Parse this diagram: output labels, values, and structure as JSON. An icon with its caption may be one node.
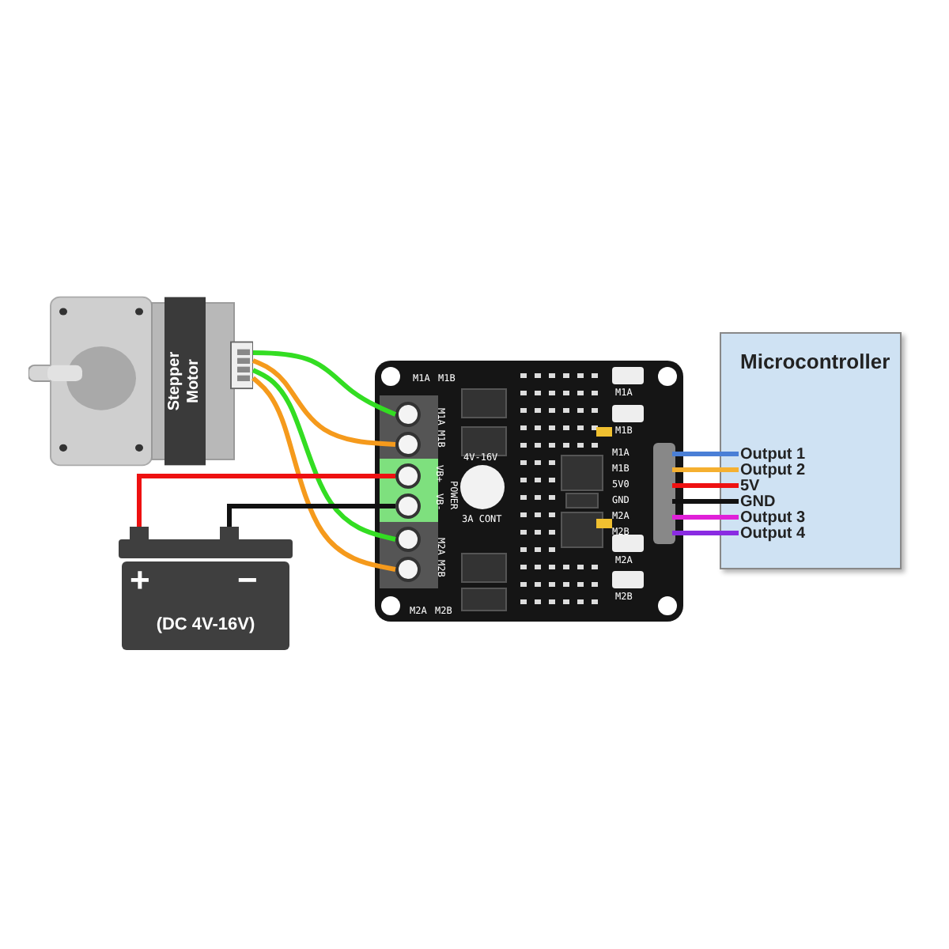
{
  "diagram": {
    "nodes": [
      {
        "text": [
          "Stepper Motor"
        ]
      },
      {
        "text": [
          "+",
          "−",
          "(DC 4V-16V)"
        ]
      },
      {
        "text": [],
        "shape": "picture"
      },
      {
        "text": [],
        "shape": "circle",
        "in": 2
      },
      {
        "text": [],
        "shape": "circle",
        "in": 2
      },
      {
        "text": [],
        "shape": "circle",
        "in": 2
      },
      {
        "text": [],
        "shape": "circle",
        "in": 2
      },
      {
        "text": [],
        "shape": "circle",
        "in": 2
      },
      {
        "text": [],
        "shape": "circle",
        "in": 2
      },
      {
        "text": [
          "M1A"
        ],
        "in": 2
      },
      {
        "text": [
          "M1B"
        ],
        "in": 2
      },
      {
        "text": [
          "5V0"
        ],
        "in": 2
      },
      {
        "text": [
          "GND"
        ],
        "in": 2
      },
      {
        "text": [
          "M2A"
        ],
        "in": 2
      },
      {
        "text": [
          "M2B"
        ],
        "in": 2
      },
      {
        "text": [
          "Microcontroller"
        ]
      },
      {
        "text": [
          "Output 1"
        ],
        "in": 15
      },
      {
        "text": [
          "Output 2"
        ],
        "in": 15
      },
      {
        "text": [
          "5V"
        ],
        "in": 15
      },
      {
        "text": [
          "GND"
        ],
        "in": 15
      },
      {
        "text": [
          "Output 3"
        ],
        "in": 15
      },
      {
        "text": [
          "Output 4"
        ],
        "in": 15
      }
    ],
    "edges": [
      {
        "from": 0,
        "to": 3,
        "arrow": "none",
        "color": "#33dd22"
      },
      {
        "from": 0,
        "to": 4,
        "arrow": "none",
        "color": "#f59a1c"
      },
      {
        "from": 0,
        "to": 7,
        "arrow": "none",
        "color": "#33dd22"
      },
      {
        "from": 0,
        "to": 8,
        "arrow": "none",
        "color": "#f59a1c"
      },
      {
        "from": 1,
        "to": 5,
        "arrow": "none",
        "color": "#ee1111"
      },
      {
        "from": 1,
        "to": 6,
        "arrow": "none",
        "color": "#111111"
      },
      {
        "from": 9,
        "to": 16,
        "arrow": "none",
        "color": "#4a7fd6"
      },
      {
        "from": 10,
        "to": 17,
        "arrow": "none",
        "color": "#f5b030"
      },
      {
        "from": 11,
        "to": 18,
        "arrow": "none",
        "color": "#ee1111"
      },
      {
        "from": 12,
        "to": 19,
        "arrow": "none",
        "color": "#111111"
      },
      {
        "from": 13,
        "to": 20,
        "arrow": "none",
        "color": "#e020d8"
      },
      {
        "from": 14,
        "to": 21,
        "arrow": "none",
        "color": "#8a2be2"
      }
    ],
    "labels": [
      "M1A",
      "M1B",
      "M1A",
      "M1B",
      "M1A",
      "M1B",
      "POWER",
      "VB+",
      "VB-",
      "4V-16V",
      "3A CONT",
      "M2A",
      "M2B",
      "M2A",
      "M2B",
      "M2A",
      "M2B"
    ]
  }
}
